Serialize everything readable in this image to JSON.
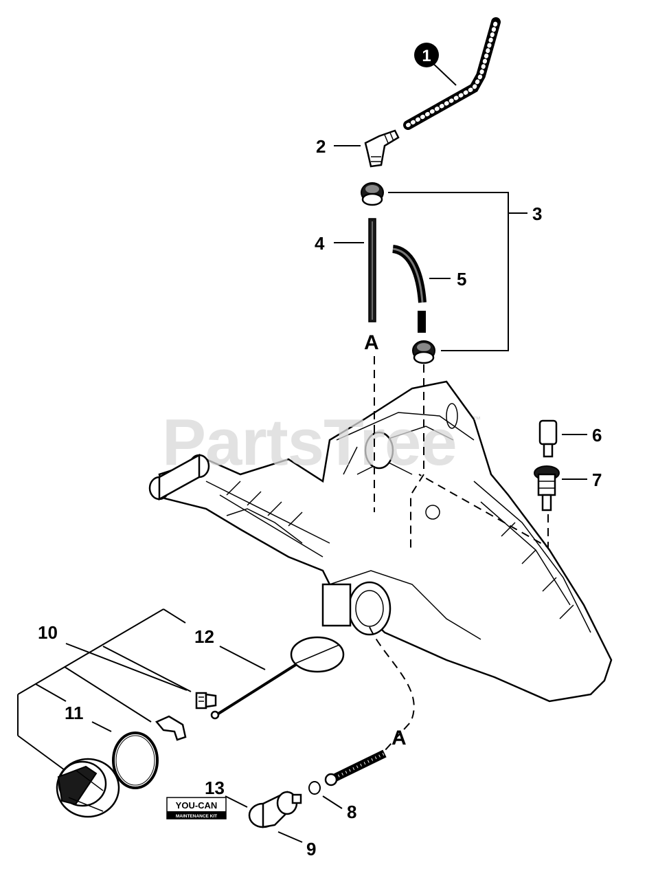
{
  "watermark": {
    "text": "PartsTree",
    "tm": "™"
  },
  "callouts": {
    "c1": "1",
    "c2": "2",
    "c3": "3",
    "c4": "4",
    "c5": "5",
    "c6": "6",
    "c7": "7",
    "c8": "8",
    "c9": "9",
    "c10": "10",
    "c11": "11",
    "c12": "12",
    "c13": "13",
    "a_top": "A",
    "a_bottom": "A"
  },
  "badge": {
    "top": "YOU-CAN",
    "bottom": "MAINTENANCE KIT"
  },
  "colors": {
    "ink": "#000000",
    "watermark": "#d9d9d9",
    "background": "#ffffff"
  }
}
